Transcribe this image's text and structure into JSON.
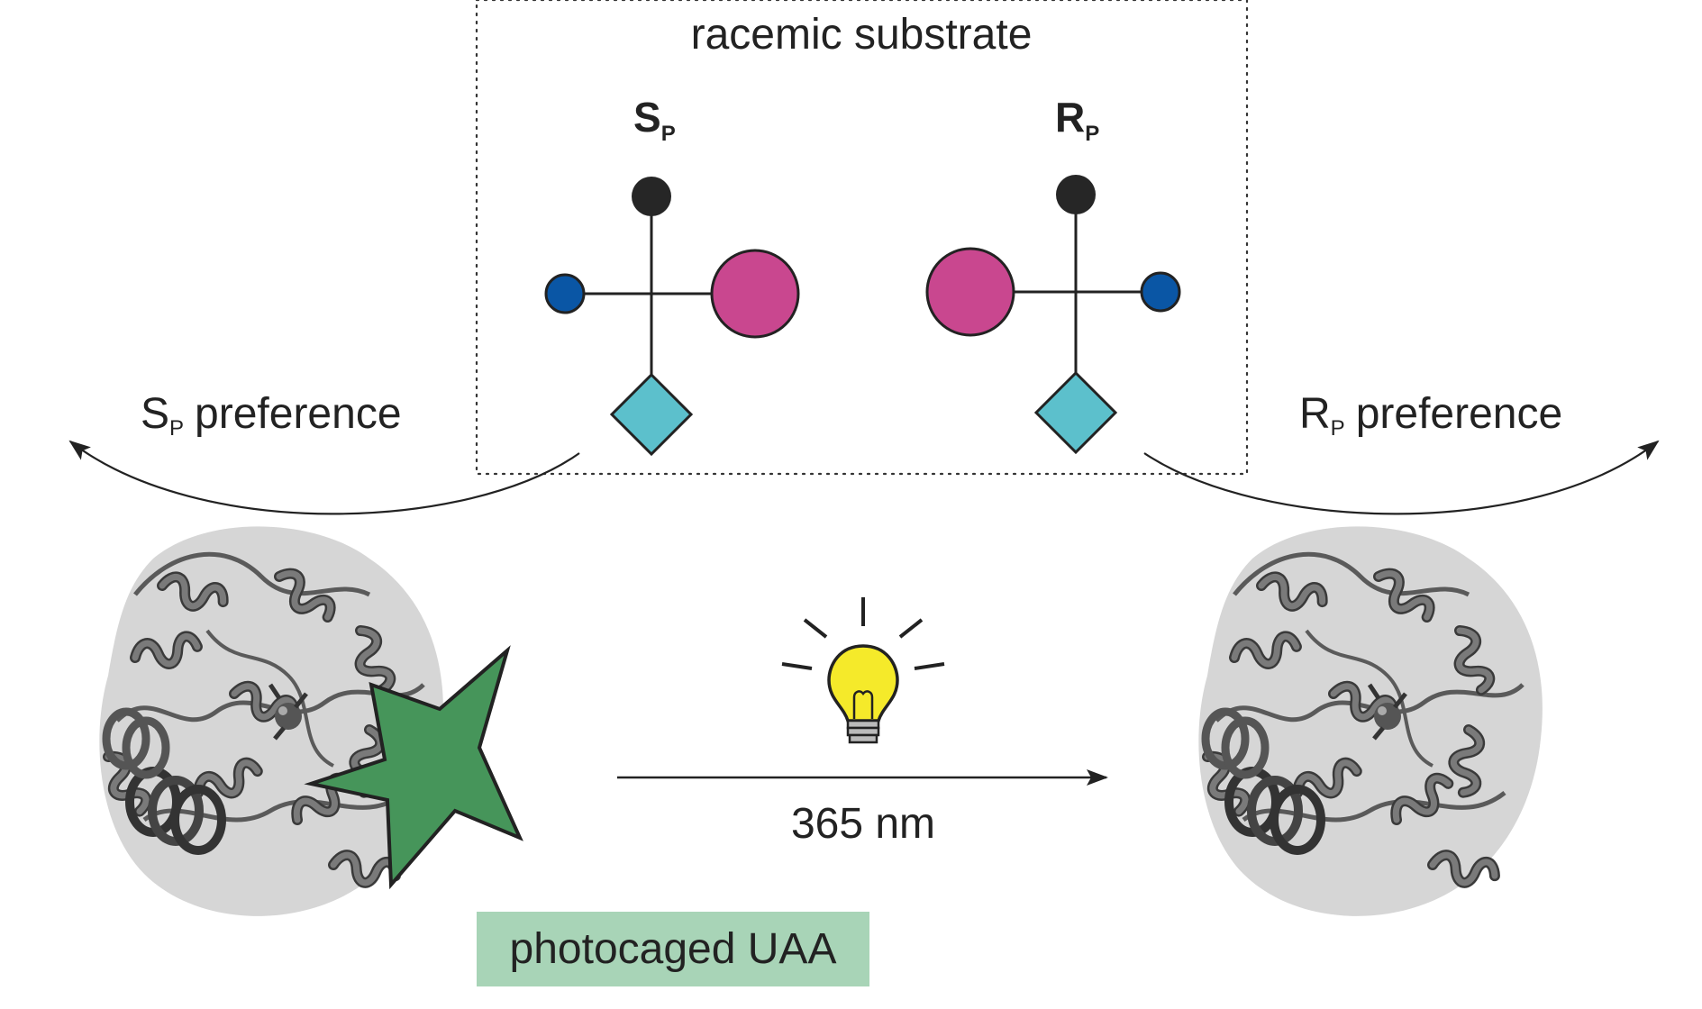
{
  "substrate_box": {
    "title": "racemic substrate"
  },
  "enantiomers": [
    {
      "letter": "S",
      "subscript": "P"
    },
    {
      "letter": "R",
      "subscript": "P"
    }
  ],
  "preferences": [
    {
      "letter": "S",
      "subscript": "P",
      "suffix": "preference"
    },
    {
      "letter": "R",
      "subscript": "P",
      "suffix": "preference"
    }
  ],
  "light": {
    "label": "365 nm"
  },
  "uaa_label": {
    "text": "photocaged UAA"
  },
  "colors": {
    "magenta": "#c9478f",
    "blue": "#0a56a5",
    "black_ball": "#262626",
    "cyan": "#5cc0cc",
    "protein": "#6a6a6a",
    "protein_dark": "#3a3a3a",
    "star": "#46955a",
    "label_bg": "#a8d4b7",
    "bulb": "#f5ea2a"
  }
}
